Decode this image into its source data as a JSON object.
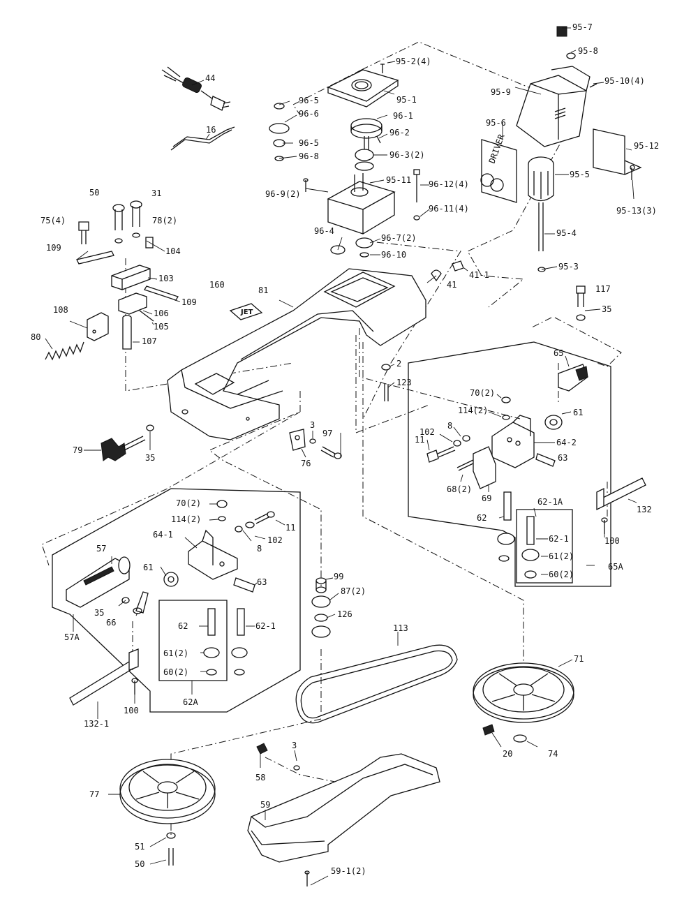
{
  "labels": [
    {
      "id": "p44",
      "text": "44"
    },
    {
      "id": "p16",
      "text": "16"
    },
    {
      "id": "p95_7",
      "text": "95-7"
    },
    {
      "id": "p95_8",
      "text": "95-8"
    },
    {
      "id": "p95_2",
      "text": "95-2(4)"
    },
    {
      "id": "p95_1",
      "text": "95-1"
    },
    {
      "id": "p95_9",
      "text": "95-9"
    },
    {
      "id": "p95_10",
      "text": "95-10(4)"
    },
    {
      "id": "p96_5a",
      "text": "96-5"
    },
    {
      "id": "p96_6",
      "text": "96-6"
    },
    {
      "id": "p96_1",
      "text": "96-1"
    },
    {
      "id": "p96_5b",
      "text": "96-5"
    },
    {
      "id": "p96_2",
      "text": "96-2"
    },
    {
      "id": "p96_8",
      "text": "96-8"
    },
    {
      "id": "p96_3",
      "text": "96-3(2)"
    },
    {
      "id": "p95_6",
      "text": "95-6"
    },
    {
      "id": "p95_12",
      "text": "95-12"
    },
    {
      "id": "p95_11",
      "text": "95-11"
    },
    {
      "id": "p96_9",
      "text": "96-9(2)"
    },
    {
      "id": "p96_12",
      "text": "96-12(4)"
    },
    {
      "id": "p95_5",
      "text": "95-5"
    },
    {
      "id": "p50a",
      "text": "50"
    },
    {
      "id": "p31",
      "text": "31"
    },
    {
      "id": "p96_11",
      "text": "96-11(4)"
    },
    {
      "id": "p95_13",
      "text": "95-13(3)"
    },
    {
      "id": "p75",
      "text": "75(4)"
    },
    {
      "id": "p78",
      "text": "78(2)"
    },
    {
      "id": "p96_4",
      "text": "96-4"
    },
    {
      "id": "p96_7",
      "text": "96-7(2)"
    },
    {
      "id": "p95_4",
      "text": "95-4"
    },
    {
      "id": "p109a",
      "text": "109"
    },
    {
      "id": "p104",
      "text": "104"
    },
    {
      "id": "p96_10",
      "text": "96-10"
    },
    {
      "id": "p95_3",
      "text": "95-3"
    },
    {
      "id": "p41_1",
      "text": "41-1"
    },
    {
      "id": "p103",
      "text": "103"
    },
    {
      "id": "p41",
      "text": "41"
    },
    {
      "id": "p160",
      "text": "160"
    },
    {
      "id": "p81",
      "text": "81"
    },
    {
      "id": "p117",
      "text": "117"
    },
    {
      "id": "p109b",
      "text": "109"
    },
    {
      "id": "p106",
      "text": "106"
    },
    {
      "id": "p35a",
      "text": "35"
    },
    {
      "id": "p108",
      "text": "108"
    },
    {
      "id": "p105",
      "text": "105"
    },
    {
      "id": "p80",
      "text": "80"
    },
    {
      "id": "p107",
      "text": "107"
    },
    {
      "id": "p65",
      "text": "65"
    },
    {
      "id": "p2",
      "text": "2"
    },
    {
      "id": "p123",
      "text": "123"
    },
    {
      "id": "p70a",
      "text": "70(2)"
    },
    {
      "id": "p114a",
      "text": "114(2)"
    },
    {
      "id": "p61a",
      "text": "61"
    },
    {
      "id": "p8a",
      "text": "8"
    },
    {
      "id": "p3a",
      "text": "3"
    },
    {
      "id": "p97",
      "text": "97"
    },
    {
      "id": "p102a",
      "text": "102"
    },
    {
      "id": "p11a",
      "text": "11"
    },
    {
      "id": "p64_2",
      "text": "64-2"
    },
    {
      "id": "p79",
      "text": "79"
    },
    {
      "id": "p35b",
      "text": "35"
    },
    {
      "id": "p76",
      "text": "76"
    },
    {
      "id": "p63a",
      "text": "63"
    },
    {
      "id": "p68",
      "text": "68(2)"
    },
    {
      "id": "p69",
      "text": "69"
    },
    {
      "id": "p70b",
      "text": "70(2)"
    },
    {
      "id": "p62_1a_top",
      "text": "62-1A"
    },
    {
      "id": "p114b",
      "text": "114(2)"
    },
    {
      "id": "p132a",
      "text": "132"
    },
    {
      "id": "p11b",
      "text": "11"
    },
    {
      "id": "p62a",
      "text": "62"
    },
    {
      "id": "p102b",
      "text": "102"
    },
    {
      "id": "p64_1",
      "text": "64-1"
    },
    {
      "id": "p8b",
      "text": "8"
    },
    {
      "id": "p62_1a",
      "text": "62-1"
    },
    {
      "id": "p100a",
      "text": "100"
    },
    {
      "id": "p57",
      "text": "57"
    },
    {
      "id": "p61b",
      "text": "61"
    },
    {
      "id": "p61_2a",
      "text": "61(2)"
    },
    {
      "id": "p65A",
      "text": "65A"
    },
    {
      "id": "p63b",
      "text": "63"
    },
    {
      "id": "p99",
      "text": "99"
    },
    {
      "id": "p60_2a",
      "text": "60(2)"
    },
    {
      "id": "p87",
      "text": "87(2)"
    },
    {
      "id": "p35c",
      "text": "35"
    },
    {
      "id": "p66",
      "text": "66"
    },
    {
      "id": "p126",
      "text": "126"
    },
    {
      "id": "p57A",
      "text": "57A"
    },
    {
      "id": "p62b",
      "text": "62"
    },
    {
      "id": "p62_1b",
      "text": "62-1"
    },
    {
      "id": "p113",
      "text": "113"
    },
    {
      "id": "p61_2b",
      "text": "61(2)"
    },
    {
      "id": "p71",
      "text": "71"
    },
    {
      "id": "p60_2b",
      "text": "60(2)"
    },
    {
      "id": "p62A",
      "text": "62A"
    },
    {
      "id": "p100b",
      "text": "100"
    },
    {
      "id": "p132_1",
      "text": "132-1"
    },
    {
      "id": "p20",
      "text": "20"
    },
    {
      "id": "p74",
      "text": "74"
    },
    {
      "id": "p58",
      "text": "58"
    },
    {
      "id": "p3b",
      "text": "3"
    },
    {
      "id": "p77",
      "text": "77"
    },
    {
      "id": "p59",
      "text": "59"
    },
    {
      "id": "p51",
      "text": "51"
    },
    {
      "id": "p50b",
      "text": "50"
    },
    {
      "id": "p59_1",
      "text": "59-1(2)"
    }
  ],
  "nameplate_text": "JET",
  "driver_label": "DRIVER"
}
